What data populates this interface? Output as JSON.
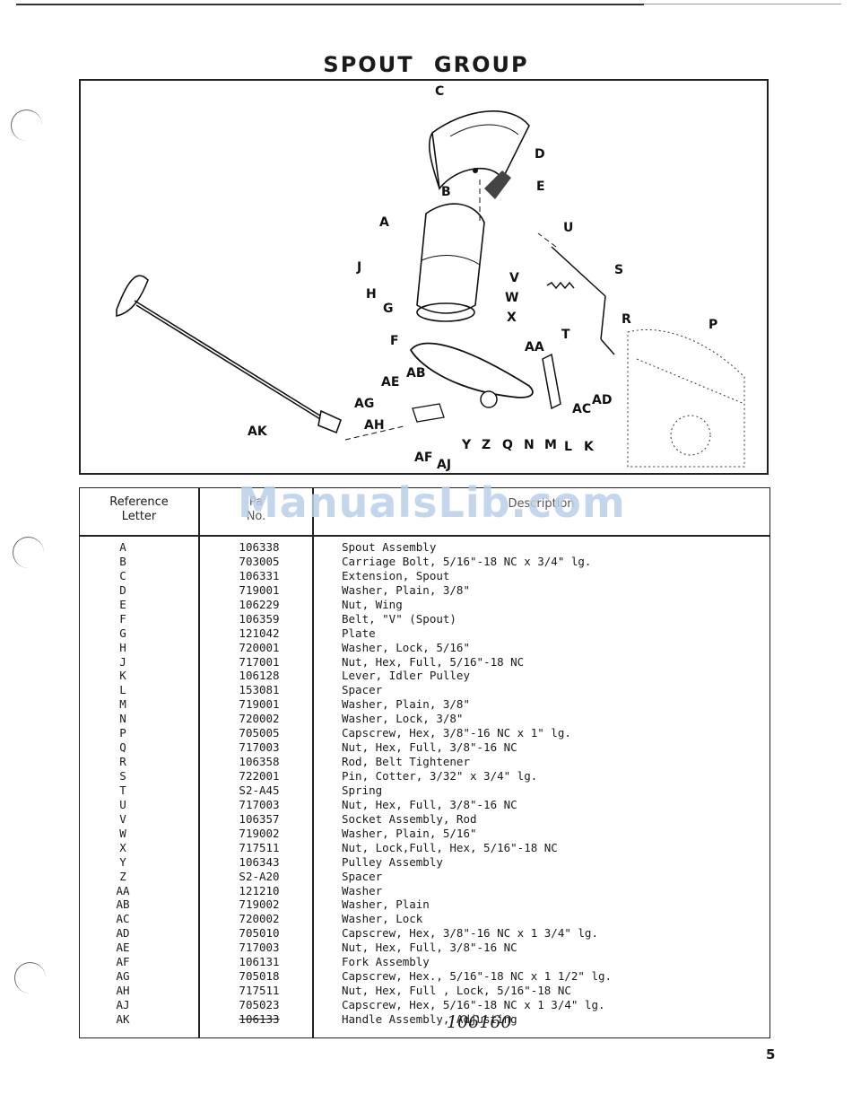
{
  "page": {
    "title": "SPOUT GROUP",
    "page_number": "5"
  },
  "table": {
    "headers": {
      "ref_line1": "Reference",
      "ref_line2": "Letter",
      "part_line1": "Pa",
      "part_line2": "No.",
      "description": "Description"
    },
    "rows": [
      {
        "ref": "A",
        "part": "106338",
        "desc": "Spout Assembly"
      },
      {
        "ref": "B",
        "part": "703005",
        "desc": "Carriage Bolt, 5/16\"-18 NC x 3/4\" lg."
      },
      {
        "ref": "C",
        "part": "106331",
        "desc": "Extension, Spout"
      },
      {
        "ref": "D",
        "part": "719001",
        "desc": "Washer, Plain, 3/8\""
      },
      {
        "ref": "E",
        "part": "106229",
        "desc": "Nut, Wing"
      },
      {
        "ref": "F",
        "part": "106359",
        "desc": "Belt, \"V\" (Spout)"
      },
      {
        "ref": "G",
        "part": "121042",
        "desc": "Plate"
      },
      {
        "ref": "H",
        "part": "720001",
        "desc": "Washer, Lock, 5/16\""
      },
      {
        "ref": "J",
        "part": "717001",
        "desc": "Nut, Hex, Full, 5/16\"-18 NC"
      },
      {
        "ref": "K",
        "part": "106128",
        "desc": "Lever, Idler Pulley"
      },
      {
        "ref": "L",
        "part": "153081",
        "desc": "Spacer"
      },
      {
        "ref": "M",
        "part": "719001",
        "desc": "Washer, Plain, 3/8\""
      },
      {
        "ref": "N",
        "part": "720002",
        "desc": "Washer, Lock, 3/8\""
      },
      {
        "ref": "P",
        "part": "705005",
        "desc": "Capscrew, Hex, 3/8\"-16 NC x 1\" lg."
      },
      {
        "ref": "Q",
        "part": "717003",
        "desc": "Nut, Hex, Full, 3/8\"-16 NC"
      },
      {
        "ref": "R",
        "part": "106358",
        "desc": "Rod, Belt Tightener"
      },
      {
        "ref": "S",
        "part": "722001",
        "desc": "Pin, Cotter, 3/32\" x 3/4\" lg."
      },
      {
        "ref": "T",
        "part": "S2-A45",
        "desc": "Spring"
      },
      {
        "ref": "U",
        "part": "717003",
        "desc": "Nut, Hex, Full, 3/8\"-16 NC"
      },
      {
        "ref": "V",
        "part": "106357",
        "desc": "Socket Assembly, Rod"
      },
      {
        "ref": "W",
        "part": "719002",
        "desc": "Washer, Plain, 5/16\""
      },
      {
        "ref": "X",
        "part": "717511",
        "desc": "Nut, Lock,Full, Hex, 5/16\"-18 NC"
      },
      {
        "ref": "Y",
        "part": "106343",
        "desc": "Pulley Assembly"
      },
      {
        "ref": "Z",
        "part": "S2-A20",
        "desc": "Spacer"
      },
      {
        "ref": "AA",
        "part": "121210",
        "desc": "Washer"
      },
      {
        "ref": "AB",
        "part": "719002",
        "desc": "Washer, Plain"
      },
      {
        "ref": "AC",
        "part": "720002",
        "desc": "Washer, Lock"
      },
      {
        "ref": "AD",
        "part": "705010",
        "desc": "Capscrew, Hex, 3/8\"-16 NC x 1 3/4\" lg."
      },
      {
        "ref": "AE",
        "part": "717003",
        "desc": "Nut, Hex, Full, 3/8\"-16 NC"
      },
      {
        "ref": "AF",
        "part": "106131",
        "desc": "Fork Assembly"
      },
      {
        "ref": "AG",
        "part": "705018",
        "desc": "Capscrew, Hex., 5/16\"-18 NC x 1 1/2\" lg."
      },
      {
        "ref": "AH",
        "part": "717511",
        "desc": "Nut, Hex, Full , Lock, 5/16\"-18 NC"
      },
      {
        "ref": "AJ",
        "part": "705023",
        "desc": "Capscrew, Hex, 5/16\"-18 NC x 1 3/4\" lg."
      },
      {
        "ref": "AK",
        "part": "106133",
        "desc": "Handle Assembly, Adjusting"
      }
    ],
    "handwritten_correction": "106160"
  },
  "diagram": {
    "labels": [
      "C",
      "D",
      "E",
      "B",
      "A",
      "U",
      "S",
      "J",
      "H",
      "G",
      "V",
      "W",
      "X",
      "T",
      "R",
      "P",
      "F",
      "AA",
      "AB",
      "AE",
      "AG",
      "AH",
      "AD",
      "AC",
      "K",
      "L",
      "M",
      "N",
      "Q",
      "Z",
      "Y",
      "AJ",
      "AF",
      "AK"
    ]
  },
  "watermark": "ManualsLib.com"
}
